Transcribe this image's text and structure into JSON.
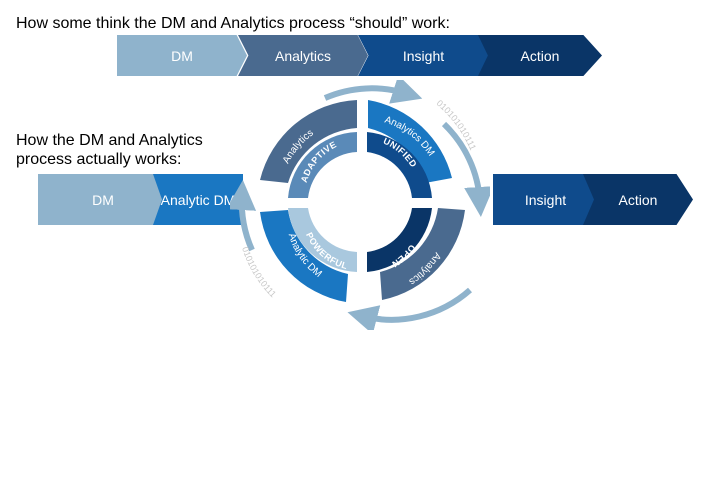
{
  "headings": {
    "top": "How some think the DM and Analytics process “should” work:",
    "bottom": "How the DM and Analytics process actually works:"
  },
  "top_flow": {
    "steps": [
      "DM",
      "Analytics",
      "Insight",
      "Action"
    ]
  },
  "bottom_flow": {
    "left": [
      "DM",
      "Analytic DM"
    ],
    "right": [
      "Insight",
      "Action"
    ]
  },
  "cycle": {
    "outer": [
      "Analytics",
      "Analytics DM",
      "Analytics",
      "Analytic DM"
    ],
    "inner": [
      "ADAPTIVE",
      "UNIFIED",
      "OPEN",
      "POWERFUL"
    ],
    "binary": [
      "010101010111",
      "010101010111"
    ]
  },
  "colors": {
    "light": "#8fb3cc",
    "mid": "#4a6a8f",
    "bright": "#1a77c2",
    "dark": "#0f4b8c",
    "darkest": "#0a3567",
    "arrow": "#8fb3cc"
  }
}
